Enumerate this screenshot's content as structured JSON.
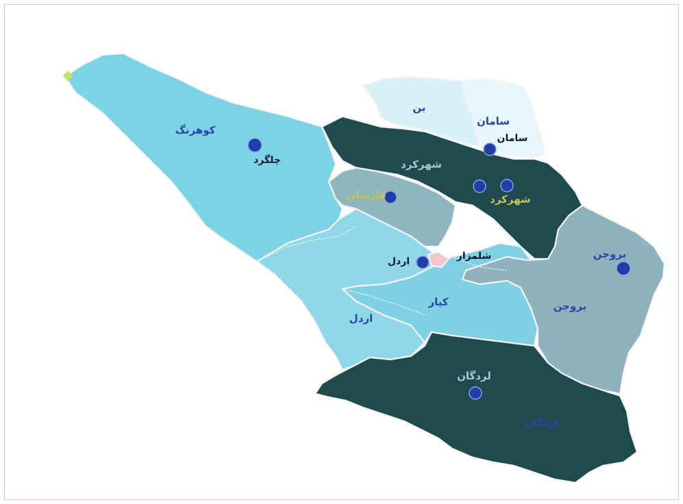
{
  "map": {
    "colors": {
      "light_cyan": "#7dd3e6",
      "pale_cyan": "#a4dcea",
      "very_pale": "#d7f1f7",
      "grey_teal": "#8fb6bf",
      "dark_teal": "#1f4a4e",
      "pink": "#f3c6cc",
      "city_dot": "#1f3fa8"
    },
    "labels": {
      "kuhrang": "کوهرنگ",
      "shahrekord_city": "چلگرد",
      "ben": "بن",
      "saman": "سامان",
      "saman_city": "سامان",
      "shahrekord": "شهرکرد",
      "farsan": "فارسان",
      "shalamzar": "شلمزار",
      "ardal_city": "اردل",
      "ardal": "اردل",
      "kiar": "کیار",
      "borujen_city": "بروجن",
      "borujen": "بروجن",
      "lordegan_city": "لردگان",
      "lordegan": "لردگان"
    }
  }
}
